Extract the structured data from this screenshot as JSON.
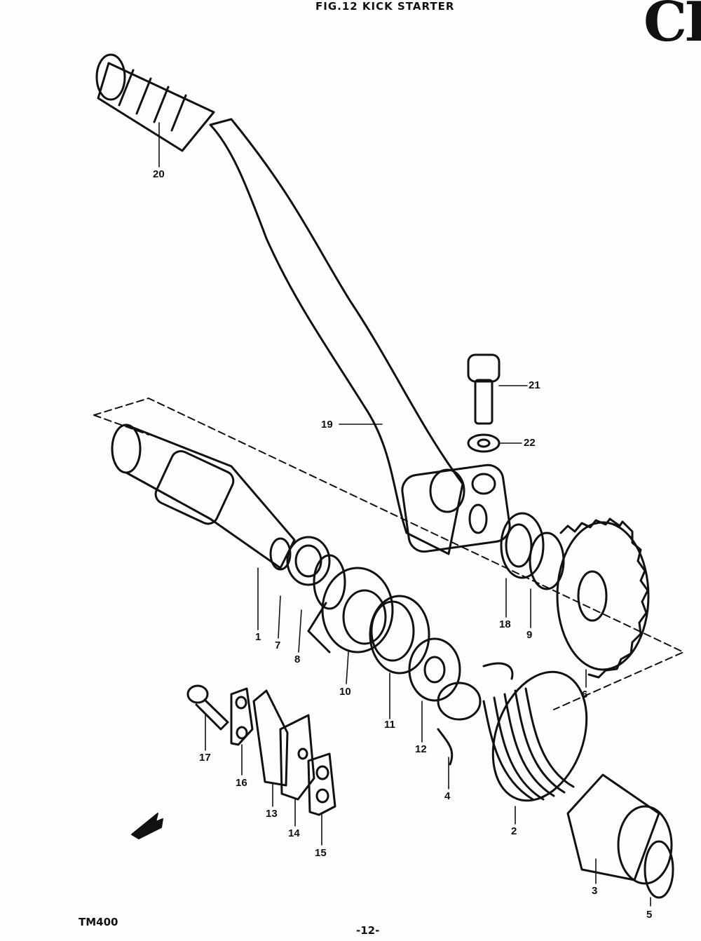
{
  "header": {
    "figure_title": "FIG.12  KICK STARTER",
    "corner_mark": "CI"
  },
  "footer": {
    "model": "TM400",
    "page_number": "-12-"
  },
  "part_labels": {
    "p1": "1",
    "p2": "2",
    "p3": "3",
    "p4": "4",
    "p5": "5",
    "p6": "6",
    "p7": "7",
    "p8": "8",
    "p9": "9",
    "p10": "10",
    "p11": "11",
    "p12": "12",
    "p13": "13",
    "p14": "14",
    "p15": "15",
    "p16": "16",
    "p17": "17",
    "p18": "18",
    "p19": "19",
    "p20": "20",
    "p21": "21",
    "p22": "22"
  }
}
